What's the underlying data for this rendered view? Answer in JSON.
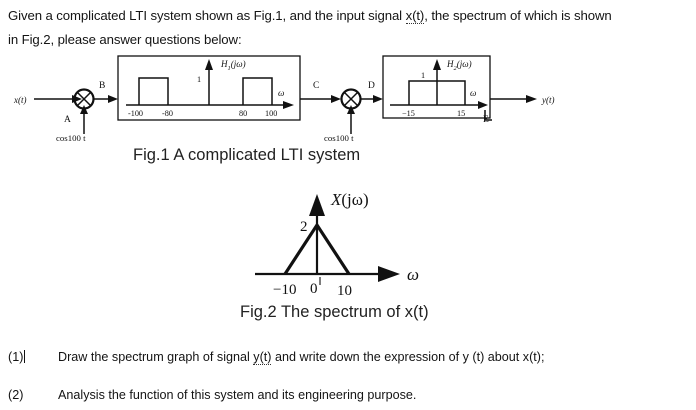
{
  "document": {
    "intro_line1": "Given a complicated LTI system shown as Fig.1, and the input signal x(t), the spectrum of which is shown",
    "intro_line2": "in Fig.2, please answer questions below:",
    "intro_underlined_token": "x(t)",
    "fig1_caption": "Fig.1 A complicated LTI system",
    "fig2_caption": "Fig.2 The spectrum of x(t)",
    "questions": [
      {
        "number": "(1)",
        "text": "Draw the spectrum graph of signal y(t) and write down the expression of y (t) about x(t);"
      },
      {
        "number": "(2)",
        "text": "Analysis the function of this system and its engineering purpose."
      }
    ]
  },
  "fig1": {
    "input_label": "x(t)",
    "output_label": "y(t)",
    "node_labels": {
      "A": "A",
      "B": "B",
      "C": "C",
      "D": "D",
      "E": "E"
    },
    "multiplier1_carrier": "cos100 t",
    "multiplier2_carrier": "cos100 t",
    "multiplier_glyph": "⊗",
    "filter1": {
      "name": "H₁(jω)",
      "name_base": "H",
      "name_sub": "1",
      "name_arg": "(jω)",
      "amplitude_label": "1",
      "axis_label": "ω",
      "tick_labels": [
        "-100",
        "-80",
        "80",
        "100"
      ],
      "passbands": [
        [
          -100,
          -80
        ],
        [
          80,
          100
        ]
      ],
      "type": "bandpass"
    },
    "filter2": {
      "name": "H₂(jω)",
      "name_base": "H",
      "name_sub": "2",
      "name_arg": "(jω)",
      "amplitude_label": "1",
      "axis_label": "ω",
      "tick_labels": [
        "−15",
        "15"
      ],
      "passbands": [
        [
          -15,
          15
        ]
      ],
      "type": "lowpass"
    }
  },
  "chart_data": {
    "type": "line",
    "title": "X(jω)",
    "title_base": "X",
    "title_arg": "(jω)",
    "xlabel": "ω",
    "ylabel": "",
    "x": [
      -10,
      0,
      10
    ],
    "values": [
      0,
      2,
      0
    ],
    "xlim": [
      -14,
      16
    ],
    "ylim": [
      0,
      2.35
    ],
    "xtick_labels": [
      "−10",
      "0",
      "10"
    ],
    "xticks": [
      -10,
      0,
      10
    ],
    "ytick_labels": [
      "2"
    ],
    "yticks": [
      2
    ],
    "grid": false,
    "legend": "none",
    "annotations": [
      "Triangular spectrum, peak amplitude 2 at ω = 0, zero outside ±10"
    ]
  }
}
